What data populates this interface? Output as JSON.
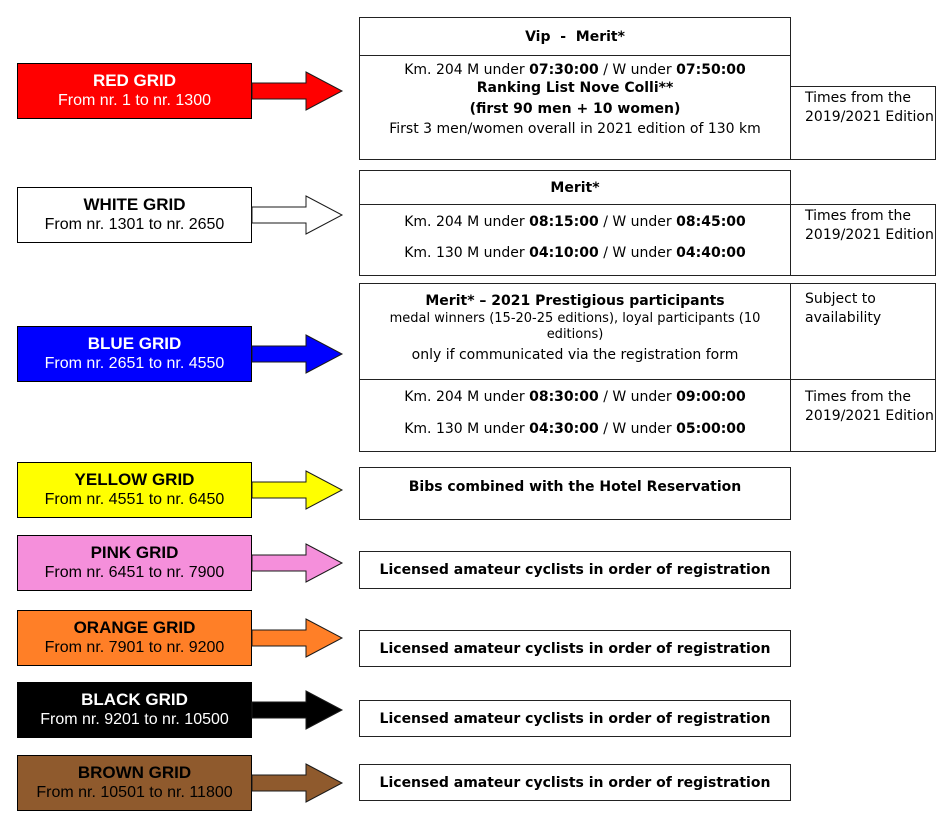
{
  "grids": [
    {
      "name": "RED GRID",
      "range": "From nr. 1 to nr. 1300",
      "color": "#ff0000",
      "text_color": "#ffffff"
    },
    {
      "name": "WHITE GRID",
      "range": "From nr. 1301 to nr. 2650",
      "color": "#ffffff",
      "text_color": "#000000"
    },
    {
      "name": "BLUE GRID",
      "range": "From nr. 2651 to nr. 4550",
      "color": "#0000ff",
      "text_color": "#ffffff"
    },
    {
      "name": "YELLOW GRID",
      "range": "From nr. 4551 to nr. 6450",
      "color": "#ffff00",
      "text_color": "#000000"
    },
    {
      "name": "PINK GRID",
      "range": "From nr. 6451 to nr. 7900",
      "color": "#f58fdb",
      "text_color": "#000000"
    },
    {
      "name": "ORANGE GRID",
      "range": "From nr. 7901 to nr. 9200",
      "color": "#ff7f27",
      "text_color": "#000000"
    },
    {
      "name": "BLACK GRID",
      "range": "From nr. 9201 to nr. 10500",
      "color": "#000000",
      "text_color": "#ffffff"
    },
    {
      "name": "BROWN GRID",
      "range": "From nr. 10501 to nr. 11800",
      "color": "#8f5a2d",
      "text_color": "#000000"
    }
  ],
  "red": {
    "header": "Vip  -  Merit*",
    "line1_a": "Km. 204 M under ",
    "line1_b": "07:30:00",
    "line1_c": " / W under ",
    "line1_d": "07:50:00",
    "line2": "Ranking List Nove Colli**",
    "line3": "(first 90 men + 10 women)",
    "line4": "First 3 men/women overall in 2021 edition of 130 km",
    "note": "Times from the 2019/2021 Edition"
  },
  "white": {
    "header": "Merit*",
    "row1_a": "Km. 204 M under ",
    "row1_b": "08:15:00",
    "row1_c": " / W under ",
    "row1_d": "08:45:00",
    "row2_a": "Km. 130 M under ",
    "row2_b": "04:10:00",
    "row2_c": " / W under ",
    "row2_d": "04:40:00",
    "note": "Times from the 2019/2021 Edition"
  },
  "blue": {
    "top_title": "Merit* – 2021 Prestigious participants",
    "top_line1": "medal winners (15-20-25 editions), loyal participants (10 editions)",
    "top_line2": "only if communicated via the registration form",
    "top_note": "Subject to availability",
    "row1_a": "Km. 204 M under ",
    "row1_b": "08:30:00",
    "row1_c": " / W under ",
    "row1_d": "09:00:00",
    "row2_a": "Km. 130 M under ",
    "row2_b": "04:30:00",
    "row2_c": " / W under ",
    "row2_d": "05:00:00",
    "note": "Times from the 2019/2021 Edition"
  },
  "yellow": {
    "text": "Bibs combined with the Hotel Reservation"
  },
  "pink": {
    "text": "Licensed amateur cyclists in order of registration"
  },
  "orange": {
    "text": "Licensed amateur cyclists in order of registration"
  },
  "black": {
    "text": "Licensed amateur cyclists in order of registration"
  },
  "brown": {
    "text": "Licensed amateur cyclists in order of registration"
  }
}
